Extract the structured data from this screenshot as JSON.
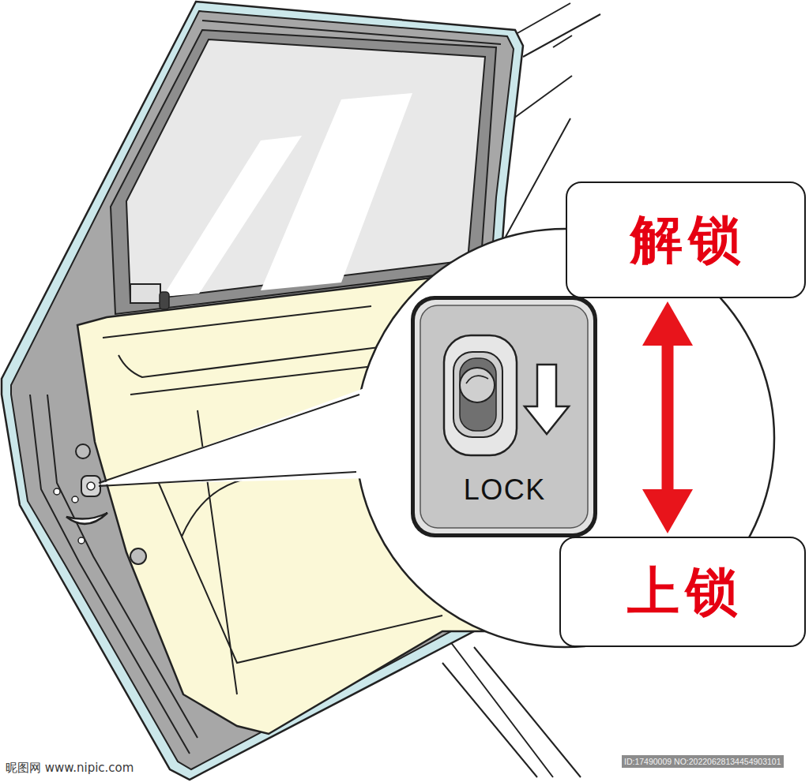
{
  "diagram": {
    "nodes": [
      {
        "text": [
          "解锁"
        ]
      },
      {
        "text": [
          "LOCK"
        ]
      },
      {
        "text": [
          "上锁"
        ]
      }
    ],
    "edges": [
      {
        "from": 0,
        "to": 2,
        "arrow": "both"
      }
    ],
    "labels": [
      "昵图网 www.nipic.com",
      "ID:17490009 NO:20220628134454903101"
    ]
  }
}
